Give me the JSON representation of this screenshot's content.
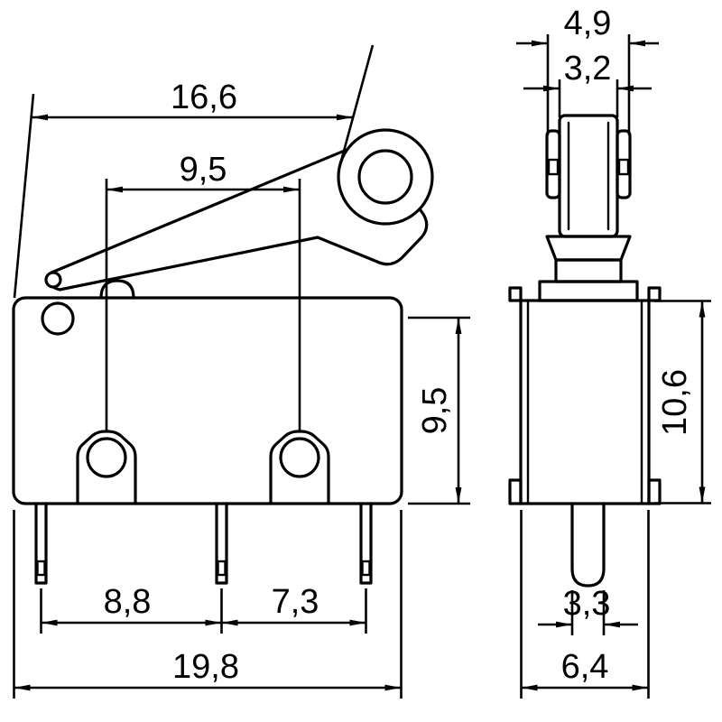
{
  "colors": {
    "line": "#000000",
    "background": "#ffffff"
  },
  "drawing": {
    "front_view": {
      "dim_lever_reach": "16,6",
      "dim_hole_spacing": "9,5",
      "dim_body_height": "9,5",
      "dim_pin_pitch_left": "8,8",
      "dim_pin_pitch_right": "7,3",
      "dim_body_width": "19,8"
    },
    "side_view": {
      "dim_fork_width": "4,9",
      "dim_roller_width": "3,2",
      "dim_overall_height": "10,6",
      "dim_pin_width": "3,3",
      "dim_body_depth": "6,4"
    }
  }
}
